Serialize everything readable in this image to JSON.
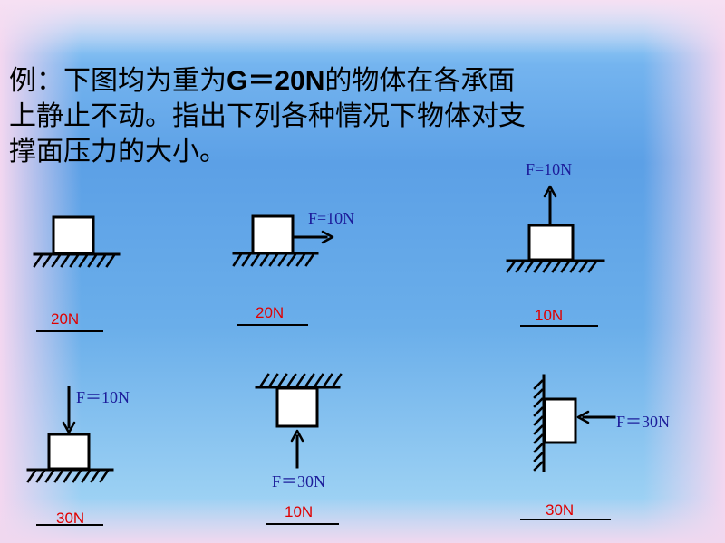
{
  "question": {
    "line1_a": "例：下图均为重为",
    "line1_b": "G＝20N",
    "line1_c": "的物体在各承面",
    "line2": "上静止不动。指出下列各种情况下物体对支",
    "line3": "撑面压力的大小。"
  },
  "colors": {
    "label": "#1c1c9a",
    "answer": "#e00000"
  },
  "cases": [
    {
      "force_label": "",
      "answer": "20N"
    },
    {
      "force_label": "F=10N",
      "answer": "20N"
    },
    {
      "force_label": "F=10N",
      "answer": "10N"
    },
    {
      "force_label": "F＝10N",
      "answer": "30N"
    },
    {
      "force_label": "F＝30N",
      "answer": "10N"
    },
    {
      "force_label": "F＝30N",
      "answer": "30N"
    }
  ]
}
